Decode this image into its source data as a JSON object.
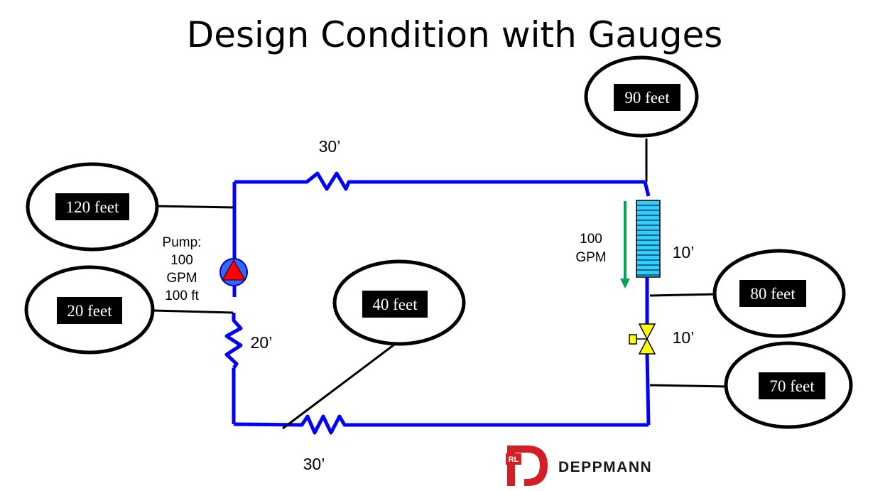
{
  "title": "Design Condition with Gauges",
  "gauges": {
    "pump_discharge": "120 feet",
    "pump_suction": "20 feet",
    "bottom_pipe": "40 feet",
    "coil_top": "90 feet",
    "coil_outlet": "80 feet",
    "valve_outlet": "70 feet"
  },
  "pump": {
    "line1": "Pump:",
    "line2": "100",
    "line3": "GPM",
    "line4": "100 ft"
  },
  "flow": {
    "line1": "100",
    "line2": "GPM"
  },
  "losses": {
    "top_pipe": "30’",
    "bottom_pipe": "30’",
    "left_pipe": "20’",
    "coil": "10’",
    "valve": "10’"
  },
  "logo": {
    "mark": "RL",
    "brand": "DEPPMANN"
  },
  "colors": {
    "pipe": "#0000ff",
    "pump_fill": "#3366ff",
    "pump_triangle": "#ff0000",
    "coil": "#33ccff",
    "valve": "#ffff00",
    "flow_arrow": "#00a550",
    "gauge_label_bg": "#000000",
    "logo_red": "#d21f26"
  }
}
